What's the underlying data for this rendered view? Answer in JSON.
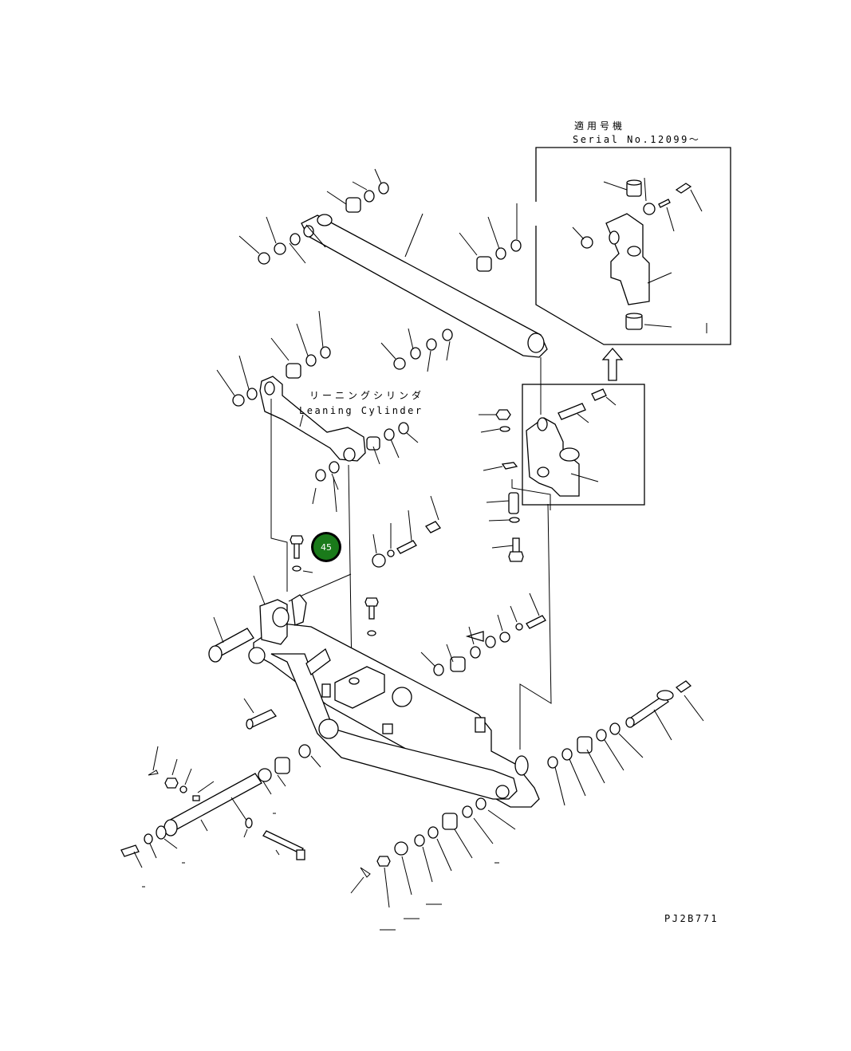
{
  "header": {
    "applicable_models_jp": "適用号機",
    "serial_label": "Serial No.12099～"
  },
  "labels": {
    "cylinder_jp": "リーニングシリンダ",
    "cylinder_en": "Leaning Cylinder",
    "drawing_code": "PJ2B771"
  },
  "callout": {
    "number": "45",
    "color": "#1a7a1a"
  }
}
